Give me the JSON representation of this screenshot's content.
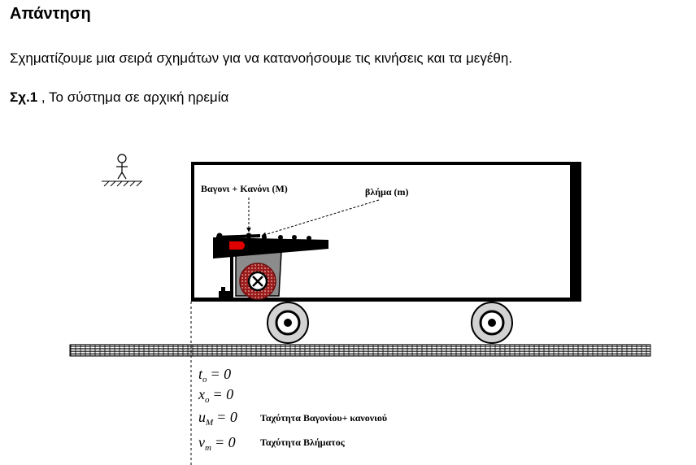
{
  "header": {
    "title": "Απάντηση",
    "intro": "Σχηματίζουμε μια σειρά σχημάτων για να κατανοήσουμε τις  κινήσεις και τα μεγέθη.",
    "caption_bold": "Σχ.1",
    "caption_rest": " , Το σύστημα σε αρχική ηρεμία"
  },
  "figure": {
    "label_wagon": "Βαγονι + Κανόνι  (M)",
    "label_projectile": "βλήμα (m)"
  },
  "conditions": [
    {
      "var": "t",
      "sub": "o",
      "eq": "= 0",
      "desc": ""
    },
    {
      "var": "x",
      "sub": "o",
      "eq": "= 0",
      "desc": ""
    },
    {
      "var": "u",
      "sub": "M",
      "eq": "= 0",
      "desc": "Ταχύτητα Βαγονίου+ κανονιού"
    },
    {
      "var": "v",
      "sub": "m",
      "eq": "= 0",
      "desc": "Ταχύτητα Βλήματος"
    }
  ],
  "colors": {
    "projectile": "#e00000",
    "wheel_red": "#9b1b1b",
    "stand_gray": "#8c8c8c"
  }
}
